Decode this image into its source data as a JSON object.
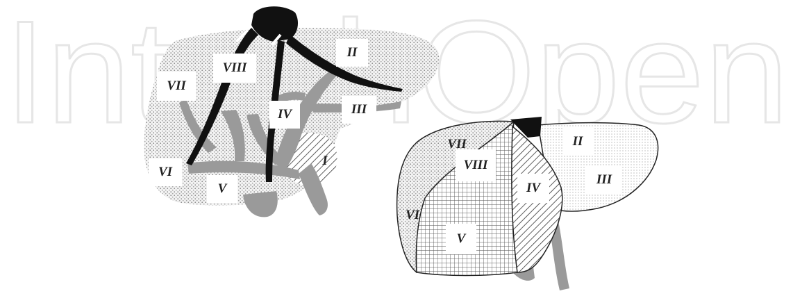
{
  "watermark": {
    "text": "IntechOpen",
    "color": "#ededed"
  },
  "colors": {
    "hepatic_vein": "#111111",
    "portal_vein": "#9a9a9a",
    "parenchyma_dots": "#8c8c8c",
    "outline": "#222222"
  },
  "left_figure": {
    "segments": [
      {
        "id": "II",
        "label": "II"
      },
      {
        "id": "III",
        "label": "III"
      },
      {
        "id": "IV",
        "label": "IV"
      },
      {
        "id": "VII",
        "label": "VII"
      },
      {
        "id": "VIII",
        "label": "VIII"
      },
      {
        "id": "VI",
        "label": "VI"
      },
      {
        "id": "V",
        "label": "V"
      },
      {
        "id": "I",
        "label": "I"
      }
    ]
  },
  "right_figure": {
    "segments": [
      {
        "id": "II",
        "label": "II"
      },
      {
        "id": "III",
        "label": "III"
      },
      {
        "id": "IV",
        "label": "IV"
      },
      {
        "id": "VII",
        "label": "VII"
      },
      {
        "id": "VIII",
        "label": "VIII"
      },
      {
        "id": "VI",
        "label": "VI"
      },
      {
        "id": "V",
        "label": "V"
      }
    ]
  }
}
